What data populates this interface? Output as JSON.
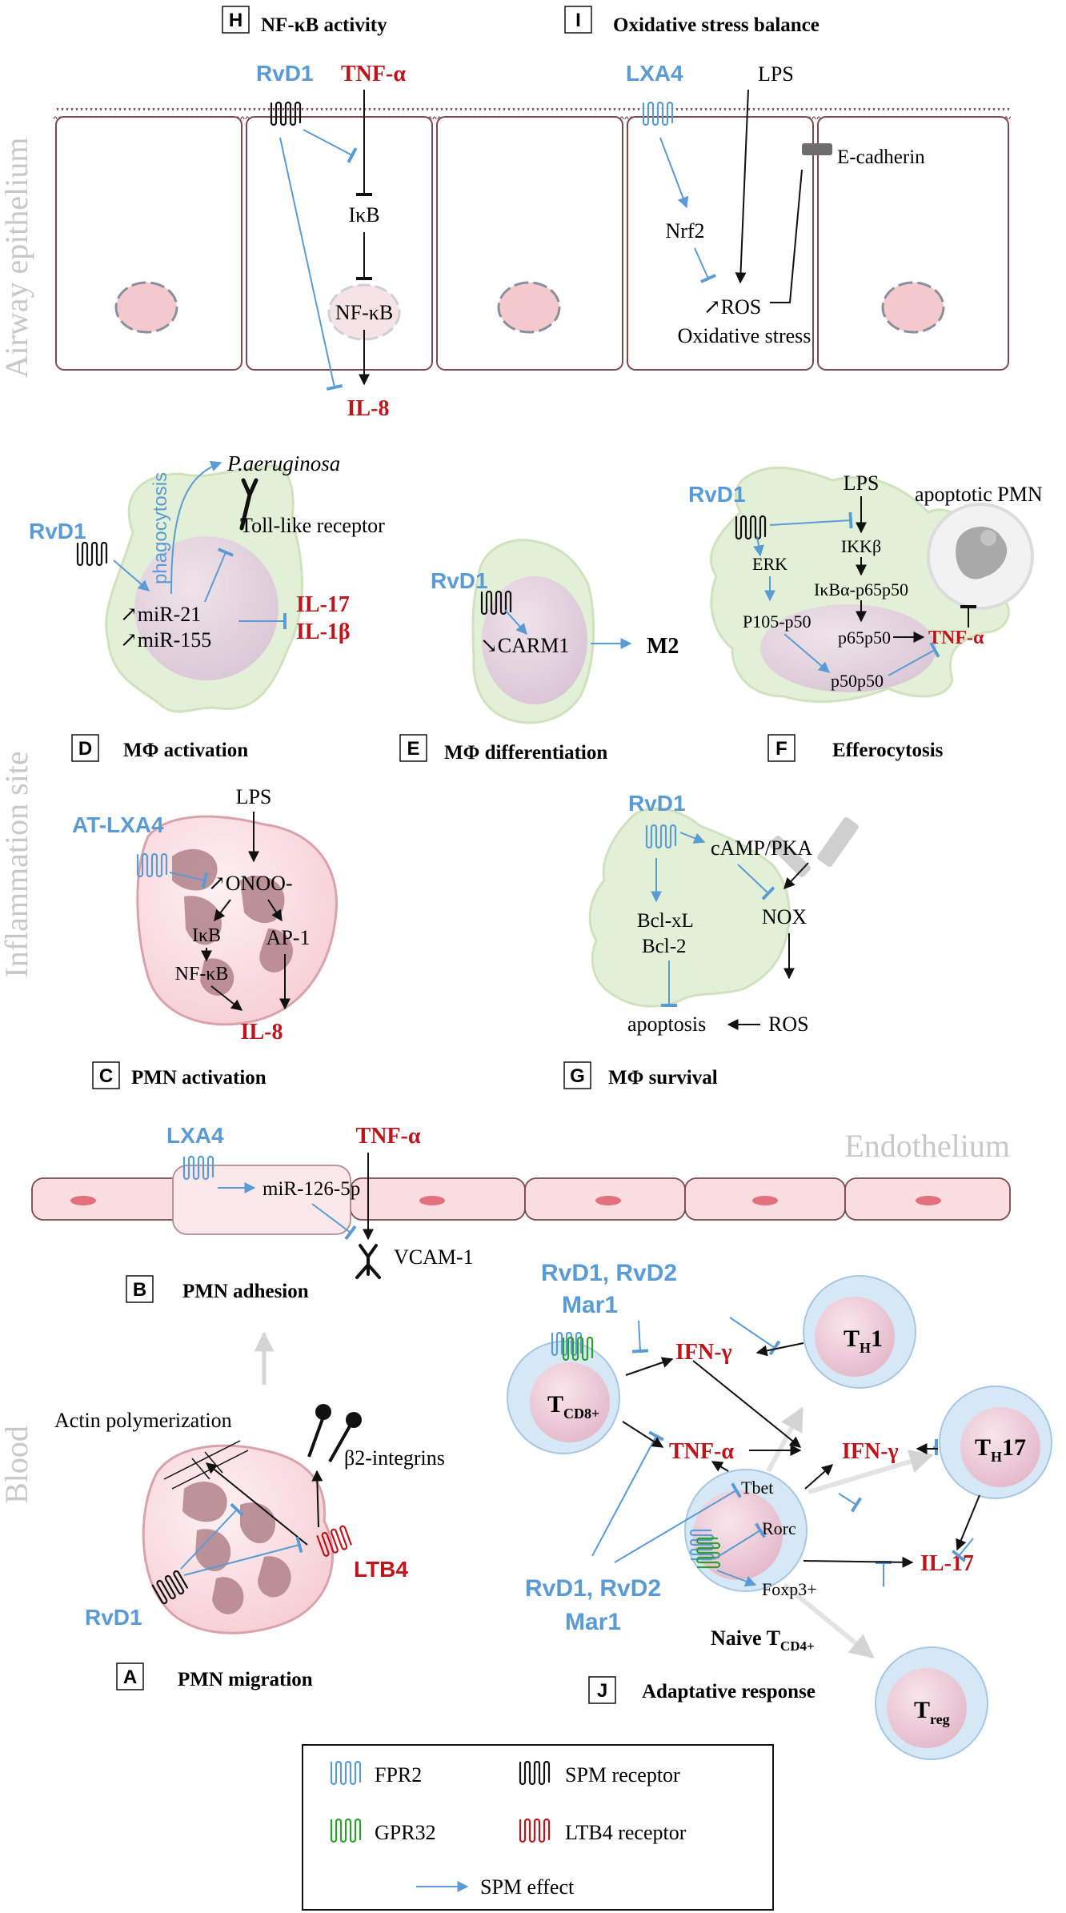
{
  "colors": {
    "spm": "#5b9bd5",
    "cytokine": "#c0141c",
    "ltb4": "#c0141c",
    "gpr32": "#2ca02c",
    "region": "#c8c8c8",
    "cell_pink": "#f9dde0",
    "cell_edge": "#7a4a4f",
    "macrophage": "#e3f0d8",
    "nucleus": "#f4c9ce",
    "gran": "#b2828a",
    "t_outer": "#d6e8f6",
    "t_inner": "#f1cdd9"
  },
  "regions": {
    "airway": "Airway epithelium",
    "inflammation": "Inflammation site",
    "blood": "Blood",
    "endothelium": "Endothelium"
  },
  "panels": {
    "H": {
      "letter": "H",
      "title": "NF-κB activity"
    },
    "I": {
      "letter": "I",
      "title": "Oxidative stress balance"
    },
    "D": {
      "letter": "D",
      "title": "MΦ activation"
    },
    "E": {
      "letter": "E",
      "title": "MΦ differentiation"
    },
    "F": {
      "letter": "F",
      "title": "Efferocytosis"
    },
    "C": {
      "letter": "C",
      "title": "PMN activation"
    },
    "G": {
      "letter": "G",
      "title": "MΦ survival"
    },
    "B": {
      "letter": "B",
      "title": "PMN adhesion"
    },
    "A": {
      "letter": "A",
      "title": "PMN migration"
    },
    "J": {
      "letter": "J",
      "title": "Adaptative response"
    }
  },
  "labels": {
    "h_rvd1": "RvD1",
    "h_tnfa": "TNF-α",
    "h_ikb": "IκB",
    "h_nfkb": "NF-κB",
    "h_il8": "IL-8",
    "i_lxa4": "LXA4",
    "i_lps": "LPS",
    "i_ecad": "E-cadherin",
    "i_nrf2": "Nrf2",
    "i_ros": "↗ROS",
    "i_ox": "Oxidative stress",
    "d_pae": "P.aeruginosa",
    "d_phago": "phagocytosis",
    "d_tlr": "Toll-like receptor",
    "d_rvd1": "RvD1",
    "d_mir21": "↗miR-21",
    "d_mir155": "↗miR-155",
    "d_il17": "IL-17",
    "d_il1b": "IL-1β",
    "e_rvd1": "RvD1",
    "e_carm1": "↘CARM1",
    "e_m2": "M2",
    "f_rvd1": "RvD1",
    "f_lps": "LPS",
    "f_apmn": "apoptotic PMN",
    "f_ikkb": "IKKβ",
    "f_erk": "ERK",
    "f_ikba": "IκBα-p65p50",
    "f_p105": "P105-p50",
    "f_p65": "p65p50",
    "f_tnfa": "TNF-α",
    "f_p50": "p50p50",
    "c_atlxa4": "AT-LXA4",
    "c_lps": "LPS",
    "c_onoo": "↗ONOO-",
    "c_ikb": "IκB",
    "c_ap1": "AP-1",
    "c_nfkb": "NF-κB",
    "c_il8": "IL-8",
    "g_rvd1": "RvD1",
    "g_camp": "cAMP/PKA",
    "g_bclxl": "Bcl-xL",
    "g_bcl2": "Bcl-2",
    "g_nox": "NOX",
    "g_apop": "apoptosis",
    "g_ros": "ROS",
    "b_lxa4": "LXA4",
    "b_tnfa": "TNF-α",
    "b_mir": "miR-126-5p",
    "b_vcam": "VCAM-1",
    "a_actin": "Actin polymerization",
    "a_b2": "β2-integrins",
    "a_ltb4": "LTB4",
    "a_rvd1": "RvD1",
    "j_top_line1": "RvD1, RvD2",
    "j_top_line2": "Mar1",
    "j_ifng1": "IFN-γ",
    "j_tnfa": "TNF-α",
    "j_ifng2": "IFN-γ",
    "j_il17": "IL-17",
    "j_tbet": "Tbet",
    "j_rorc": "Rorc",
    "j_foxp3": "Foxp3+",
    "j_bot_line1": "RvD1, RvD2",
    "j_bot_line2": "Mar1",
    "j_th1": "T",
    "j_th1_sub": "H",
    "j_th1_num": "1",
    "j_th17": "T",
    "j_th17_sub": "H",
    "j_th17_num": "17",
    "j_tcd8": "T",
    "j_tcd8_sub": "CD8+",
    "j_treg": "T",
    "j_treg_sub": "reg",
    "j_naive": "Naive T",
    "j_naive_sub": "CD4+"
  },
  "legend": {
    "fpr2": "FPR2",
    "spm_receptor": "SPM receptor",
    "gpr32": "GPR32",
    "ltb4_receptor": "LTB4 receptor",
    "spm_effect": "SPM effect"
  }
}
